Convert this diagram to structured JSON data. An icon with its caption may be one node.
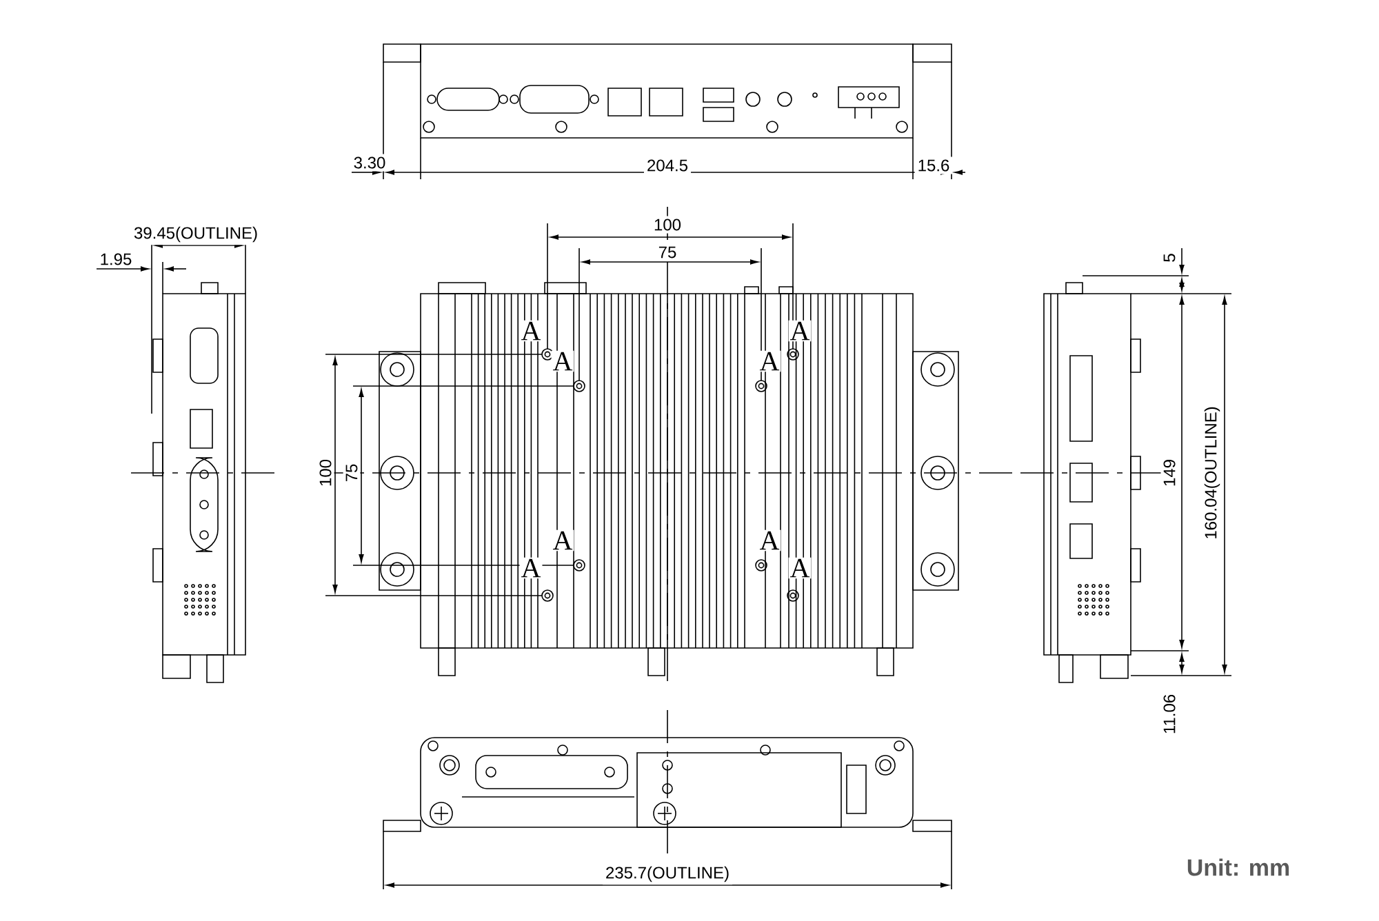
{
  "diagram": {
    "labels": [
      "3.30",
      "204.5",
      "15.6",
      "100",
      "39.45(OUTLINE)",
      "75",
      "1.95",
      "5",
      "A",
      "A",
      "A",
      "A",
      "100",
      "75",
      "149",
      "160.04(OUTLINE)",
      "A",
      "A",
      "A",
      "A",
      "11.06",
      "235.7(OUTLINE)",
      "Unit: mm"
    ]
  }
}
